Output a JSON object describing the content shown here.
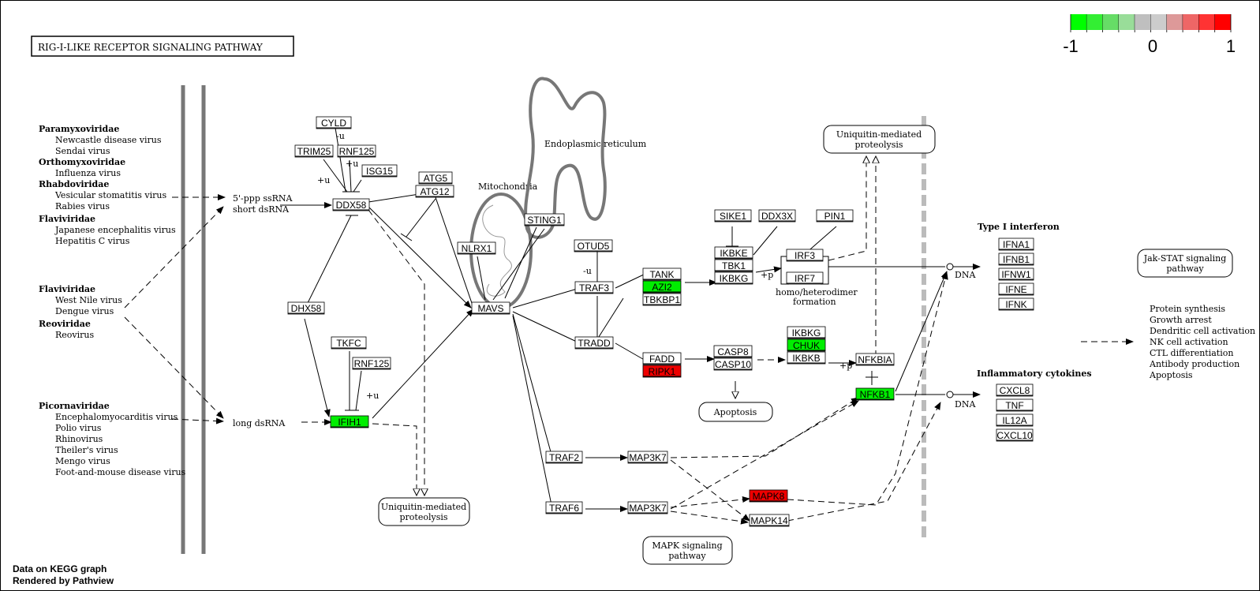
{
  "title": "RIG-I-LIKE RECEPTOR SIGNALING PATHWAY",
  "legend": {
    "min_label": "-1",
    "mid_label": "0",
    "max_label": "1",
    "colors": [
      "#00ff00",
      "#33ee33",
      "#66dd66",
      "#99dd99",
      "#bfbfbf",
      "#cccccc",
      "#dd9999",
      "#ee6666",
      "#ff3333",
      "#ff0000"
    ]
  },
  "footer": {
    "line1": "Data on KEGG graph",
    "line2": "Rendered by Pathview"
  },
  "virus_groups": {
    "g1_family": "Paramyxoviridae",
    "g1_v1": "Newcastle disease virus",
    "g1_v2": "Sendai virus",
    "g2_family": "Orthomyxoviridae",
    "g2_v1": "Influenza virus",
    "g3_family": "Rhabdoviridae",
    "g3_v1": "Vesicular stomatitis virus",
    "g3_v2": "Rabies virus",
    "g4_family": "Flaviviridae",
    "g4_v1": "Japanese encephalitis virus",
    "g4_v2": "Hepatitis C virus",
    "g5_family": "Flaviviridae",
    "g5_v1": "West Nile virus",
    "g5_v2": "Dengue virus",
    "g6_family": "Reoviridae",
    "g6_v1": "Reovirus",
    "g7_family": "Picornaviridae",
    "g7_v1": "Encephalomyocarditis virus",
    "g7_v2": "Polio virus",
    "g7_v3": "Rhinovirus",
    "g7_v4": "Theiler's virus",
    "g7_v5": "Mengo virus",
    "g7_v6": "Foot-and-mouse disease virus"
  },
  "ligands": {
    "ssrna": "5'-ppp ssRNA",
    "short_dsrna": "short dsRNA",
    "long_dsrna": "long dsRNA"
  },
  "compartments": {
    "mitochondria": "Mitochondria",
    "er": "Endoplasmic reticulum"
  },
  "genes": {
    "CYLD": {
      "label": "CYLD",
      "color": "#ffffff"
    },
    "TRIM25": {
      "label": "TRIM25",
      "color": "#ffffff"
    },
    "RNF125a": {
      "label": "RNF125",
      "color": "#ffffff"
    },
    "ISG15": {
      "label": "ISG15",
      "color": "#ffffff"
    },
    "DDX58": {
      "label": "DDX58",
      "color": "#ffffff"
    },
    "ATG5": {
      "label": "ATG5",
      "color": "#ffffff"
    },
    "ATG12": {
      "label": "ATG12",
      "color": "#ffffff"
    },
    "NLRX1": {
      "label": "NLRX1",
      "color": "#ffffff"
    },
    "STING1": {
      "label": "STING1",
      "color": "#ffffff"
    },
    "MAVS": {
      "label": "MAVS",
      "color": "#ffffff"
    },
    "DHX58": {
      "label": "DHX58",
      "color": "#ffffff"
    },
    "TKFC": {
      "label": "TKFC",
      "color": "#ffffff"
    },
    "RNF125b": {
      "label": "RNF125",
      "color": "#ffffff"
    },
    "IFIH1": {
      "label": "IFIH1",
      "color": "#00ee00"
    },
    "OTUD5": {
      "label": "OTUD5",
      "color": "#ffffff"
    },
    "TRAF3": {
      "label": "TRAF3",
      "color": "#ffffff"
    },
    "TANK": {
      "label": "TANK",
      "color": "#ffffff"
    },
    "AZI2": {
      "label": "AZI2",
      "color": "#00ee00"
    },
    "TBKBP1": {
      "label": "TBKBP1",
      "color": "#ffffff"
    },
    "TRADD": {
      "label": "TRADD",
      "color": "#ffffff"
    },
    "FADD": {
      "label": "FADD",
      "color": "#ffffff"
    },
    "RIPK1": {
      "label": "RIPK1",
      "color": "#ee0000"
    },
    "SIKE1": {
      "label": "SIKE1",
      "color": "#ffffff"
    },
    "DDX3X": {
      "label": "DDX3X",
      "color": "#ffffff"
    },
    "PIN1": {
      "label": "PIN1",
      "color": "#ffffff"
    },
    "IKBKE": {
      "label": "IKBKE",
      "color": "#ffffff"
    },
    "TBK1": {
      "label": "TBK1",
      "color": "#ffffff"
    },
    "IKBKGa": {
      "label": "IKBKG",
      "color": "#ffffff"
    },
    "IRF3": {
      "label": "IRF3",
      "color": "#ffffff"
    },
    "IRF7": {
      "label": "IRF7",
      "color": "#ffffff"
    },
    "CASP8": {
      "label": "CASP8",
      "color": "#ffffff"
    },
    "CASP10": {
      "label": "CASP10",
      "color": "#ffffff"
    },
    "IKBKGb": {
      "label": "IKBKG",
      "color": "#ffffff"
    },
    "CHUK": {
      "label": "CHUK",
      "color": "#00ee00"
    },
    "IKBKB": {
      "label": "IKBKB",
      "color": "#ffffff"
    },
    "NFKBIA": {
      "label": "NFKBIA",
      "color": "#ffffff"
    },
    "NFKB1": {
      "label": "NFKB1",
      "color": "#00ee00"
    },
    "TRAF2": {
      "label": "TRAF2",
      "color": "#ffffff"
    },
    "TRAF6": {
      "label": "TRAF6",
      "color": "#ffffff"
    },
    "MAP3K7a": {
      "label": "MAP3K7",
      "color": "#ffffff"
    },
    "MAP3K7b": {
      "label": "MAP3K7",
      "color": "#ffffff"
    },
    "MAPK8": {
      "label": "MAPK8",
      "color": "#ee0000"
    },
    "MAPK14": {
      "label": "MAPK14",
      "color": "#ffffff"
    },
    "IFNA1": {
      "label": "IFNA1",
      "color": "#ffffff"
    },
    "IFNB1": {
      "label": "IFNB1",
      "color": "#ffffff"
    },
    "IFNW1": {
      "label": "IFNW1",
      "color": "#ffffff"
    },
    "IFNE": {
      "label": "IFNE",
      "color": "#ffffff"
    },
    "IFNK": {
      "label": "IFNK",
      "color": "#ffffff"
    },
    "CXCL8": {
      "label": "CXCL8",
      "color": "#ffffff"
    },
    "TNF": {
      "label": "TNF",
      "color": "#ffffff"
    },
    "IL12A": {
      "label": "IL12A",
      "color": "#ffffff"
    },
    "CXCL10": {
      "label": "CXCL10",
      "color": "#ffffff"
    }
  },
  "pathways": {
    "ubiq1_l1": "Uniquitin-mediated",
    "ubiq1_l2": "proteolysis",
    "ubiq2_l1": "Uniquitin-mediated",
    "ubiq2_l2": "proteolysis",
    "apoptosis": "Apoptosis",
    "mapk_l1": "MAPK signaling",
    "mapk_l2": "pathway",
    "jak_l1": "Jak-STAT signaling",
    "jak_l2": "pathway"
  },
  "labels": {
    "type1_ifn": "Type I interferon",
    "inflam": "Inflammatory cytokines",
    "dna1": "DNA",
    "dna2": "DNA",
    "homo": "homo/heterodimer",
    "formation": "formation",
    "plus_u1": "+u",
    "plus_u2": "+u",
    "plus_u3": "+u",
    "minus_u1": "-u",
    "minus_u2": "-u",
    "plus_p1": "+p",
    "plus_p2": "+p"
  },
  "outcomes": {
    "o1": "Protein synthesis",
    "o2": "Growth arrest",
    "o3": "Dendritic cell activation",
    "o4": "NK cell activation",
    "o5": "CTL differentiation",
    "o6": "Antibody production",
    "o7": "Apoptosis"
  }
}
